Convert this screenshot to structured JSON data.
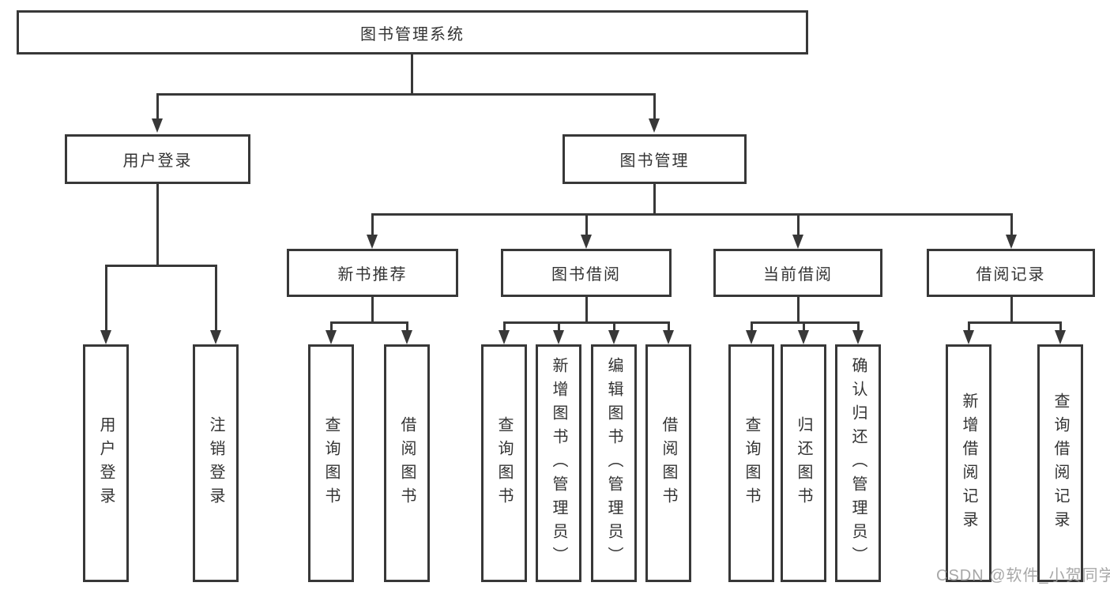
{
  "diagram": {
    "root": {
      "label": "图书管理系统"
    },
    "branches": [
      {
        "label": "用户登录",
        "children": [
          {
            "label": "用户登录"
          },
          {
            "label": "注销登录"
          }
        ]
      },
      {
        "label": "图书管理",
        "sections": [
          {
            "label": "新书推荐",
            "children": [
              {
                "label": "查询图书"
              },
              {
                "label": "借阅图书"
              }
            ]
          },
          {
            "label": "图书借阅",
            "children": [
              {
                "label": "查询图书"
              },
              {
                "label": "新增图书（管理员）"
              },
              {
                "label": "编辑图书（管理员）"
              },
              {
                "label": "借阅图书"
              }
            ]
          },
          {
            "label": "当前借阅",
            "children": [
              {
                "label": "查询图书"
              },
              {
                "label": "归还图书"
              },
              {
                "label": "确认归还（管理员）"
              }
            ]
          },
          {
            "label": "借阅记录",
            "children": [
              {
                "label": "新增借阅记录"
              },
              {
                "label": "查询借阅记录"
              }
            ]
          }
        ]
      }
    ]
  },
  "watermark": {
    "text": "CSDN @软件_小贺同学"
  },
  "colors": {
    "line": "#383838",
    "text": "#333333",
    "box_background": "#ffffff",
    "page_background": "#ffffff",
    "watermark": "#9b9b9b"
  }
}
